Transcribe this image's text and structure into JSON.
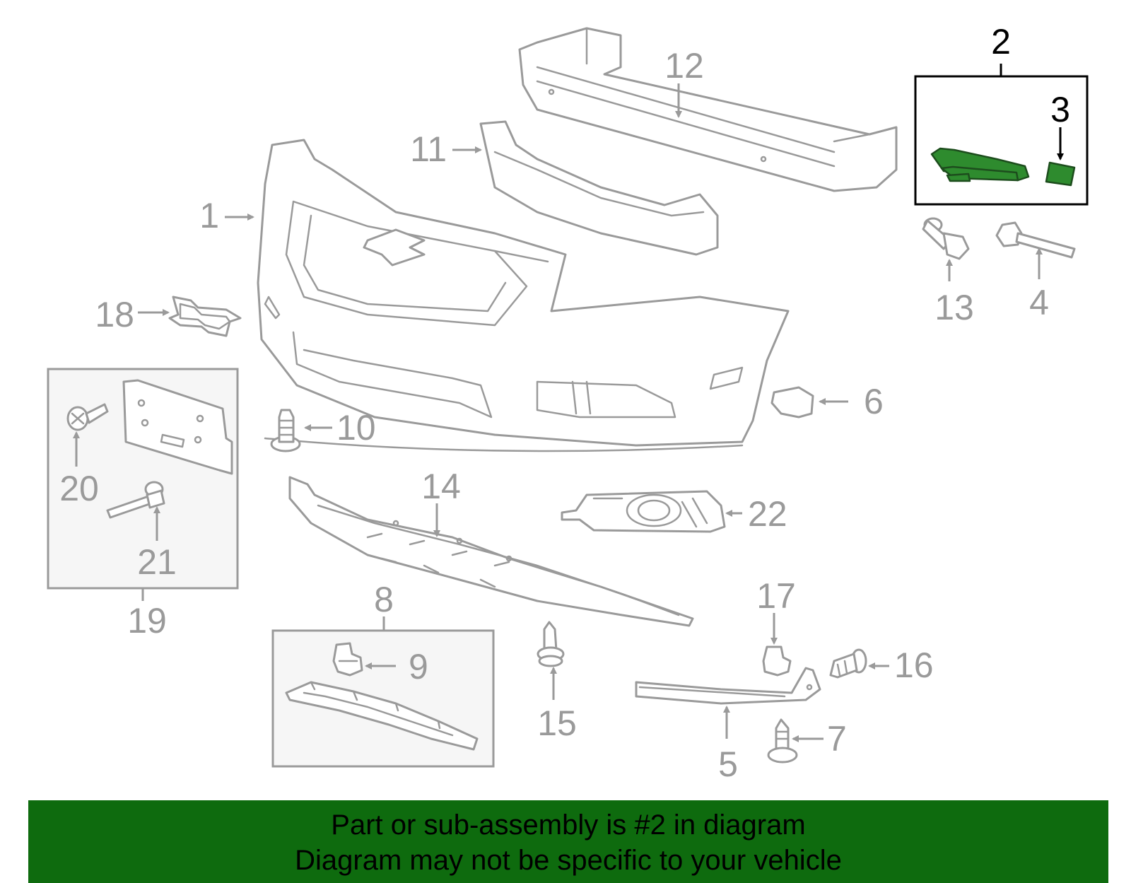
{
  "callouts": {
    "c1": "1",
    "c2": "2",
    "c3": "3",
    "c4": "4",
    "c5": "5",
    "c6": "6",
    "c7": "7",
    "c8": "8",
    "c9": "9",
    "c10": "10",
    "c11": "11",
    "c12": "12",
    "c13": "13",
    "c14": "14",
    "c15": "15",
    "c16": "16",
    "c17": "17",
    "c18": "18",
    "c19": "19",
    "c20": "20",
    "c21": "21",
    "c22": "22"
  },
  "footer": {
    "line1": "Part or sub-assembly is #2 in diagram",
    "line2": "Diagram may not be specific to your vehicle"
  },
  "colors": {
    "highlight": "#2e8b2e",
    "footer_bg": "#0e6b0e",
    "line_gray": "#9a9a9a"
  }
}
